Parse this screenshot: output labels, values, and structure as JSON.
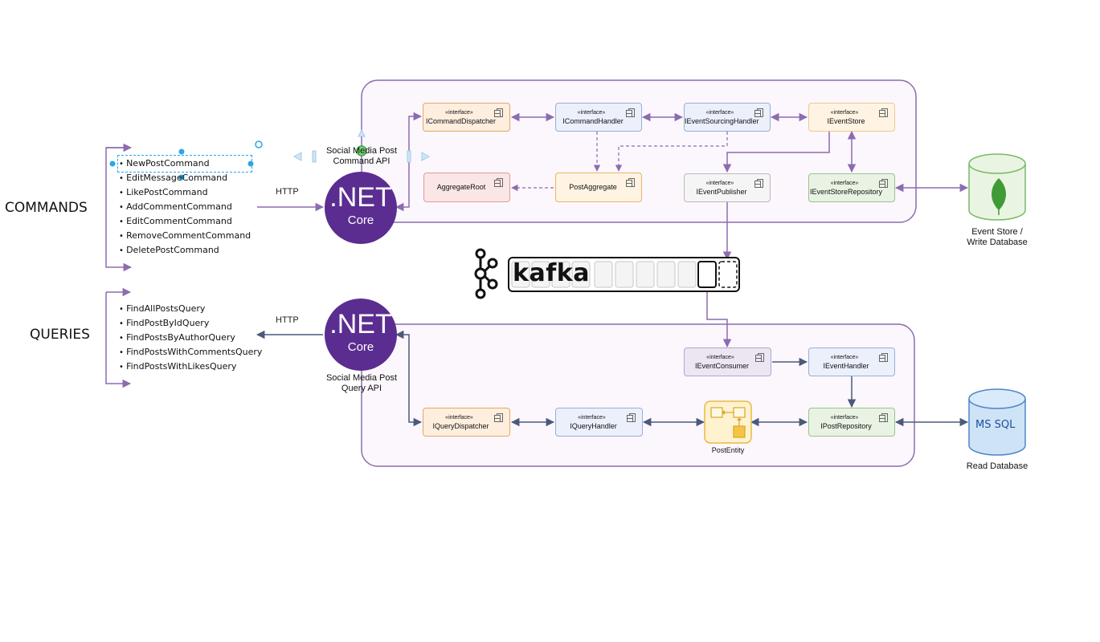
{
  "headings": {
    "commands": "COMMANDS",
    "queries": "QUERIES"
  },
  "commands": [
    "NewPostCommand",
    "EditMessageCommand",
    "LikePostCommand",
    "AddCommentCommand",
    "EditCommentCommand",
    "RemoveCommentCommand",
    "DeletePostCommand"
  ],
  "queries": [
    "FindAllPostsQuery",
    "FindPostByIdQuery",
    "FindPostsByAuthorQuery",
    "FindPostsWithCommentsQuery",
    "FindPostsWithLikesQuery"
  ],
  "http": {
    "command": "HTTP",
    "query": "HTTP"
  },
  "command_api": {
    "logo_main": ".NET",
    "logo_sub": "Core",
    "caption_line1": "Social Media Post",
    "caption_line2": "Command API"
  },
  "query_api": {
    "logo_main": ".NET",
    "logo_sub": "Core",
    "caption_line1": "Social Media Post",
    "caption_line2": "Query API"
  },
  "stereotype": "«interface»",
  "command_side": {
    "icommand_dispatcher": "ICommandDispatcher",
    "icommand_handler": "ICommandHandler",
    "ievent_sourcing_handler": "IEventSourcingHandler",
    "ievent_store": "IEventStore",
    "aggregate_root": "AggregateRoot",
    "post_aggregate": "PostAggregate",
    "ievent_publisher": "IEventPublisher",
    "ievent_store_repository": "IEventStoreRepository"
  },
  "query_side": {
    "ievent_consumer": "IEventConsumer",
    "ievent_handler": "IEventHandler",
    "iquery_dispatcher": "IQueryDispatcher",
    "iquery_handler": "IQueryHandler",
    "post_entity": "PostEntity",
    "ipost_repository": "IPostRepository"
  },
  "kafka": {
    "label": "kafka"
  },
  "write_db": {
    "line1": "Event Store /",
    "line2": "Write Database"
  },
  "read_db": {
    "logo_text": "MS SQL",
    "label": "Read Database"
  },
  "colors": {
    "arrow": "#8c6cb0",
    "panel_border": "#8c6cb0",
    "panel_fill": "#fcf7fd",
    "net_purple": "#5b2d90",
    "selection_blue": "#2aa7e6"
  }
}
